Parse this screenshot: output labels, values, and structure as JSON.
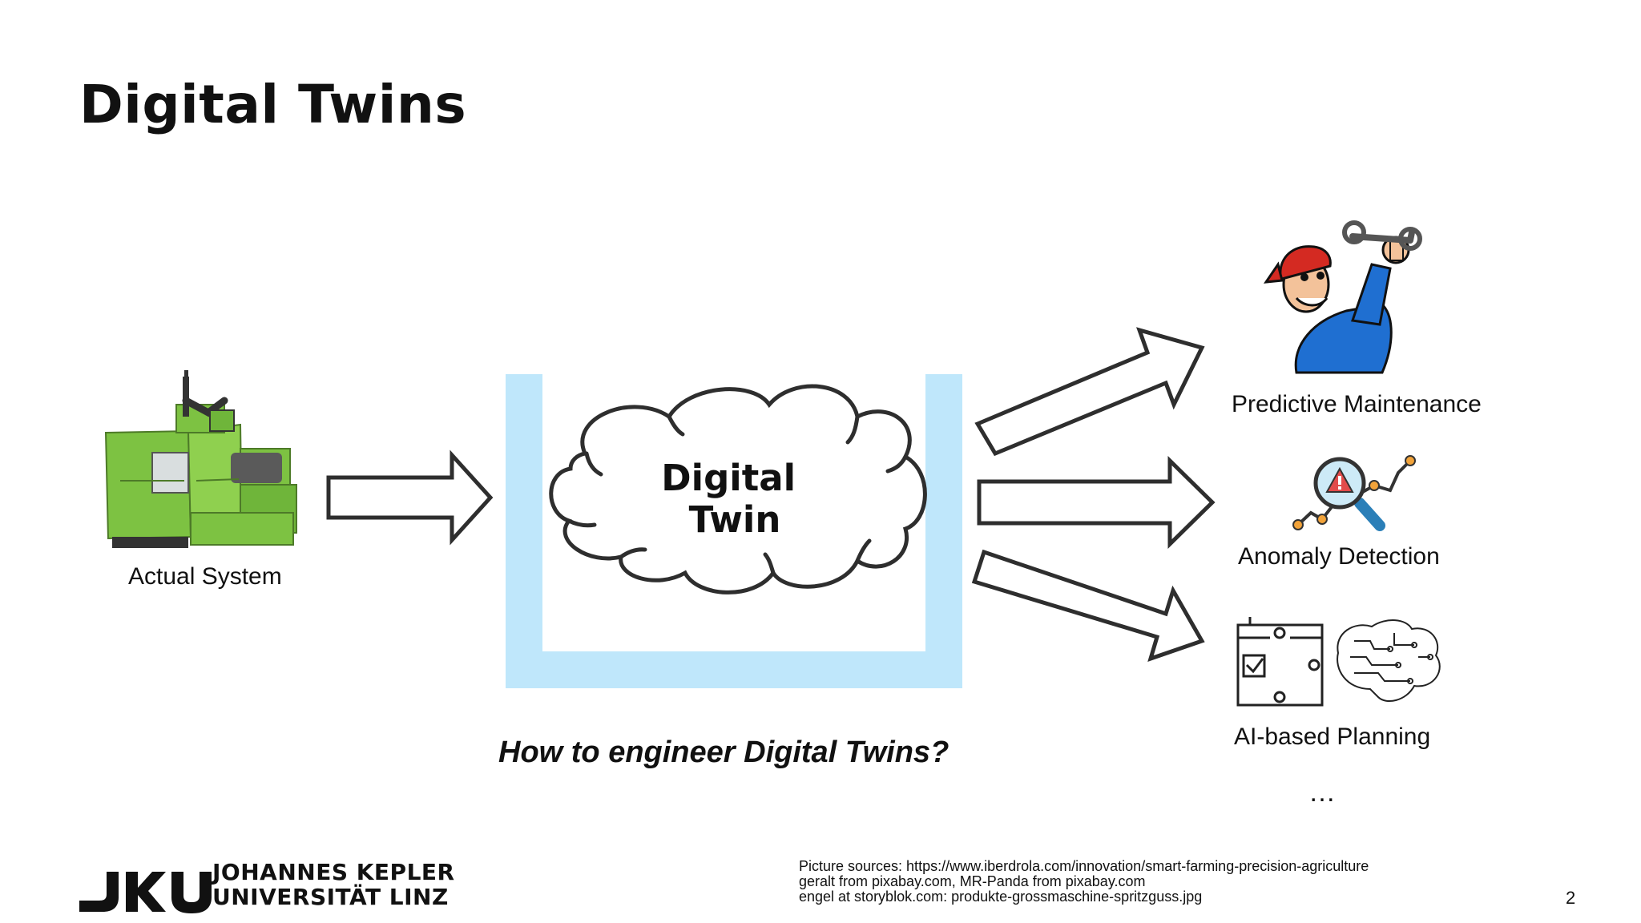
{
  "slide": {
    "title": "Digital Twins",
    "page_number": "2"
  },
  "diagram": {
    "actual_system_label": "Actual System",
    "cloud_line1": "Digital",
    "cloud_line2": "Twin",
    "question": "How to engineer Digital Twins?",
    "outputs": [
      {
        "label": "Predictive Maintenance",
        "icon": "mechanic-with-wrench-icon"
      },
      {
        "label": "Anomaly Detection",
        "icon": "magnifier-warning-icon"
      },
      {
        "label": "AI-based Planning",
        "icon": "circuit-brain-icon"
      }
    ],
    "more": "…",
    "colors": {
      "container": "#bfe7fb",
      "outline": "#2e2e2e",
      "machine_green": "#7dc242",
      "warning_red": "#e24b4b",
      "cap_red": "#d42a22",
      "shirt_blue": "#1f6fd1"
    }
  },
  "footer": {
    "logo_line1": "JOHANNES KEPLER",
    "logo_line2": "UNIVERSITÄT LINZ",
    "sources": [
      "Picture sources: https://www.iberdrola.com/innovation/smart-farming-precision-agriculture",
      "geralt from pixabay.com, MR-Panda from pixabay.com",
      "engel at storyblok.com: produkte-grossmaschine-spritzguss.jpg"
    ]
  }
}
